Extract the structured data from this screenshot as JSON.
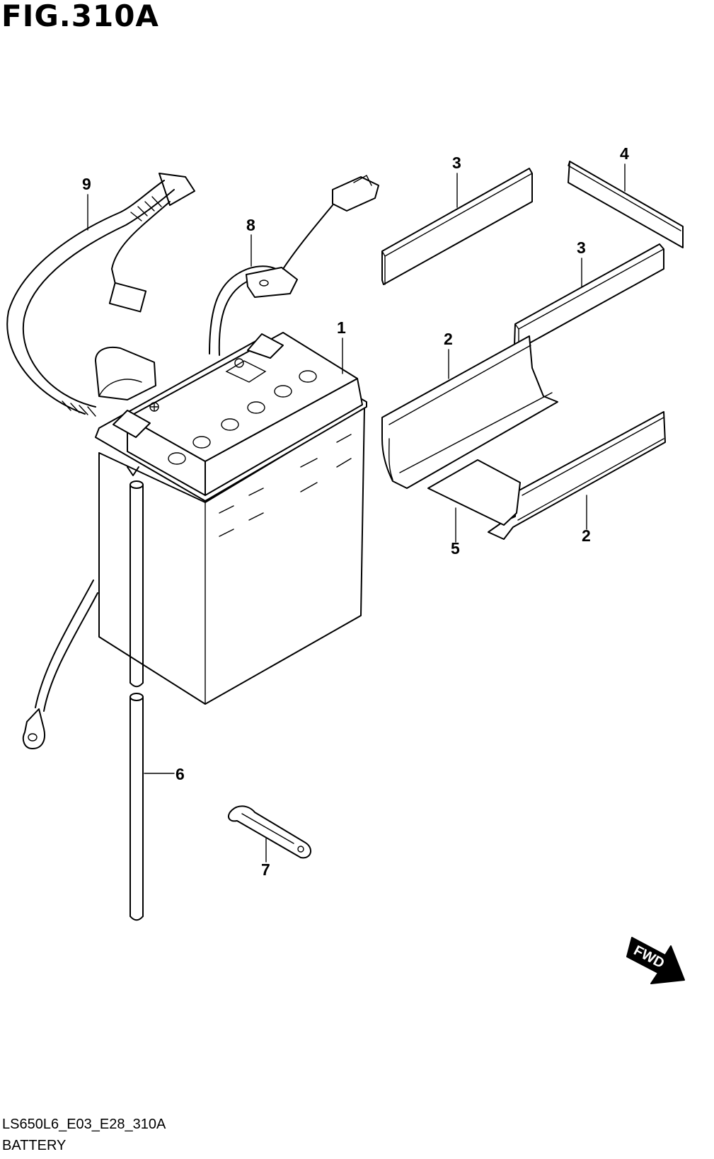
{
  "figure_title": "FIG.310A",
  "callouts": [
    {
      "id": "1",
      "label": "1"
    },
    {
      "id": "2a",
      "label": "2"
    },
    {
      "id": "2b",
      "label": "2"
    },
    {
      "id": "3a",
      "label": "3"
    },
    {
      "id": "3b",
      "label": "3"
    },
    {
      "id": "4",
      "label": "4"
    },
    {
      "id": "5",
      "label": "5"
    },
    {
      "id": "6",
      "label": "6"
    },
    {
      "id": "7",
      "label": "7"
    },
    {
      "id": "8",
      "label": "8"
    },
    {
      "id": "9",
      "label": "9"
    }
  ],
  "fwd_label": "FWD",
  "footer": {
    "code": "LS650L6_E03_E28_310A",
    "name": "BATTERY"
  }
}
